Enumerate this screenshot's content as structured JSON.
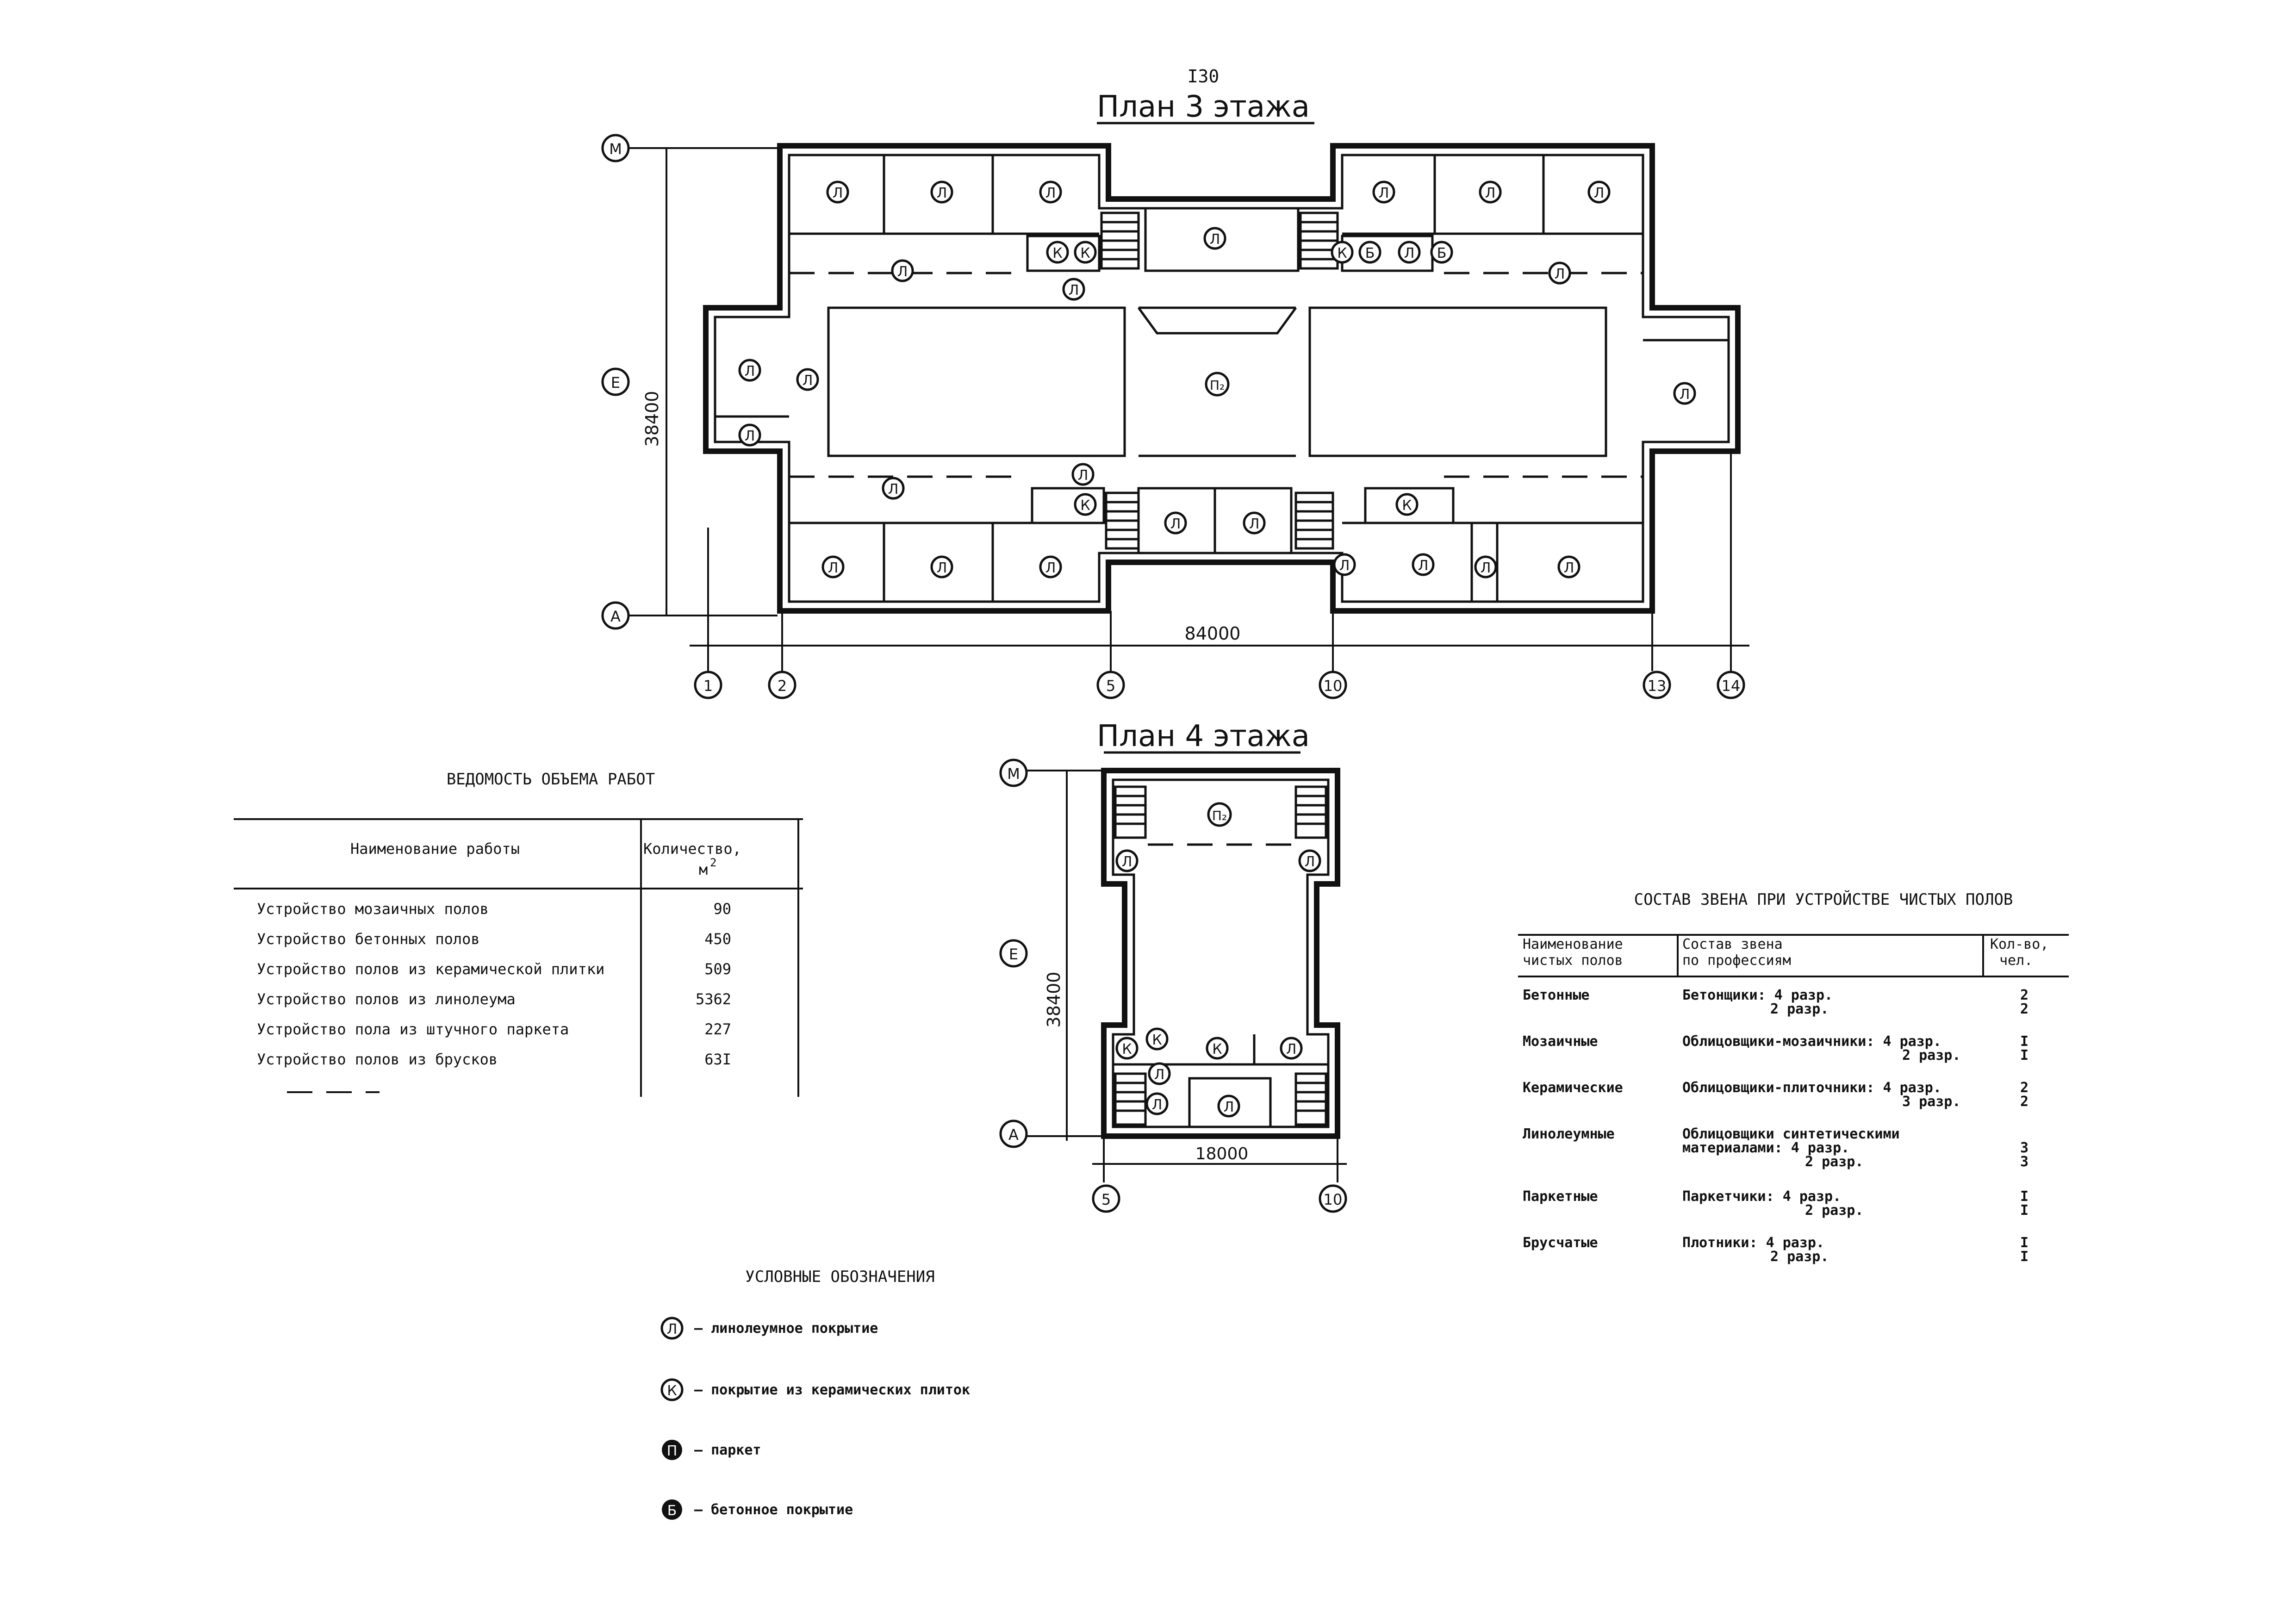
{
  "page_number": "I30",
  "plan3": {
    "title": "План 3 этажа",
    "dim_width": "84000",
    "dim_height": "38400",
    "axes_letters": [
      "М",
      "Е",
      "А"
    ],
    "axes_numbers": [
      "1",
      "2",
      "5",
      "10",
      "13",
      "14"
    ]
  },
  "plan4": {
    "title": "План 4 этажа",
    "dim_width": "18000",
    "dim_height": "38400",
    "axes_letters": [
      "М",
      "Е",
      "А"
    ],
    "axes_numbers": [
      "5",
      "10"
    ]
  },
  "floor_marks": {
    "linoleum": "Л",
    "ceramic": "К",
    "parquet": "П",
    "concrete": "Б",
    "parquet_room": "П₂"
  },
  "volume_table": {
    "title": "ВЕДОМОСТЬ ОБЪЕМА РАБОТ",
    "col_name": "Наименование работы",
    "col_qty": "Количество,",
    "col_qty_unit": "м",
    "col_qty_unit_sup": "2",
    "rows": [
      {
        "name": "Устройство мозаичных полов",
        "qty": "90"
      },
      {
        "name": "Устройство бетонных полов",
        "qty": "450"
      },
      {
        "name": "Устройство полов из керамической плитки",
        "qty": "509"
      },
      {
        "name": "Устройство полов из линолеума",
        "qty": "5362"
      },
      {
        "name": "Устройство пола из штучного паркета",
        "qty": "227"
      },
      {
        "name": "Устройство полов из брусков",
        "qty": "63I"
      }
    ]
  },
  "crew_table": {
    "title": "СОСТАВ ЗВЕНА ПРИ УСТРОЙСТВЕ ЧИСТЫХ ПОЛОВ",
    "col1_line1": "Наименование",
    "col1_line2": "чистых полов",
    "col2_line1": "Состав звена",
    "col2_line2": "по профессиям",
    "col3_line1": "Кол-во,",
    "col3_line2": "чел.",
    "rows": [
      {
        "floor": "Бетонные",
        "crew_line1": "Бетонщики: 4 разр.",
        "crew_line2": "2 разр.",
        "n1": "2",
        "n2": "2"
      },
      {
        "floor": "Мозаичные",
        "crew_line1": "Облицовщики-мозаичники: 4 разр.",
        "crew_line2": "2 разр.",
        "n1": "I",
        "n2": "I"
      },
      {
        "floor": "Керамические",
        "crew_line1": "Облицовщики-плиточники: 4 разр.",
        "crew_line2": "3 разр.",
        "n1": "2",
        "n2": "2"
      },
      {
        "floor": "Линолеумные",
        "crew_line1": "Облицовщики синтетическими",
        "crew_line1b": "материалами: 4 разр.",
        "crew_line2": "2 разр.",
        "n1": "3",
        "n2": "3"
      },
      {
        "floor": "Паркетные",
        "crew_line1": "Паркетчики: 4 разр.",
        "crew_line2": "2 разр.",
        "n1": "I",
        "n2": "I"
      },
      {
        "floor": "Брусчатые",
        "crew_line1": "Плотники: 4 разр.",
        "crew_line2": "2 разр.",
        "n1": "I",
        "n2": "I"
      }
    ]
  },
  "legend": {
    "title": "УСЛОВНЫЕ ОБОЗНАЧЕНИЯ",
    "items": [
      {
        "mark": "Л",
        "text": "– линолеумное покрытие"
      },
      {
        "mark": "К",
        "text": "– покрытие из керамических плиток"
      },
      {
        "mark": "П",
        "text": "– паркет"
      },
      {
        "mark": "Б",
        "text": "– бетонное покрытие"
      }
    ]
  }
}
